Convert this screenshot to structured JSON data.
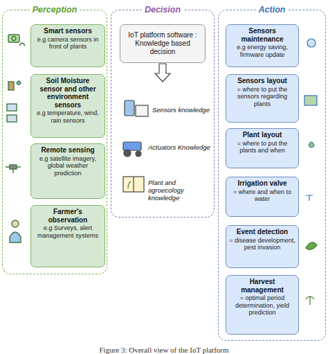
{
  "diagram": {
    "caption": "Figure 3: Overall view of the IoT platform",
    "nodes": [
      {
        "text": [
          "Perception"
        ]
      },
      {
        "text": [
          "Smart sensors",
          "e.g camera sensors in front of plants"
        ],
        "in": 0
      },
      {
        "text": [
          "Soil Moisture sensor and other environment sensors",
          "e.g temperature, wind, rain sensors"
        ],
        "in": 0
      },
      {
        "text": [
          "Remote sensing",
          "e.g satellite imagery, global weather prediction"
        ],
        "in": 0
      },
      {
        "text": [
          "Farmer's observation",
          "e.g Surveys, alert management systems"
        ],
        "in": 0
      },
      {
        "text": [
          "Decision"
        ]
      },
      {
        "text": [
          "IoT platform software : Knowledge based decision"
        ],
        "in": 5
      },
      {
        "text": [
          "Action"
        ]
      },
      {
        "text": [
          "Sensors maintenance",
          "e.g energy saving, firmware update"
        ],
        "in": 7
      },
      {
        "text": [
          "Sensors layout",
          "= where to put the sensors regarding plants"
        ],
        "in": 7
      },
      {
        "text": [
          "Plant layout",
          "= where to put the plants and when"
        ],
        "in": 7
      },
      {
        "text": [
          "Irrigation valve",
          "= where and when to water"
        ],
        "in": 7
      },
      {
        "text": [
          "Event detection",
          "= disease development, pest invasion"
        ],
        "in": 7
      },
      {
        "text": [
          "Harvest management",
          "= optimal period determination, yield prediction"
        ],
        "in": 7
      }
    ],
    "labels": [
      "Sensors knowledge",
      "Actuators Knowledge",
      "Plant and agroecology knowledge"
    ]
  }
}
